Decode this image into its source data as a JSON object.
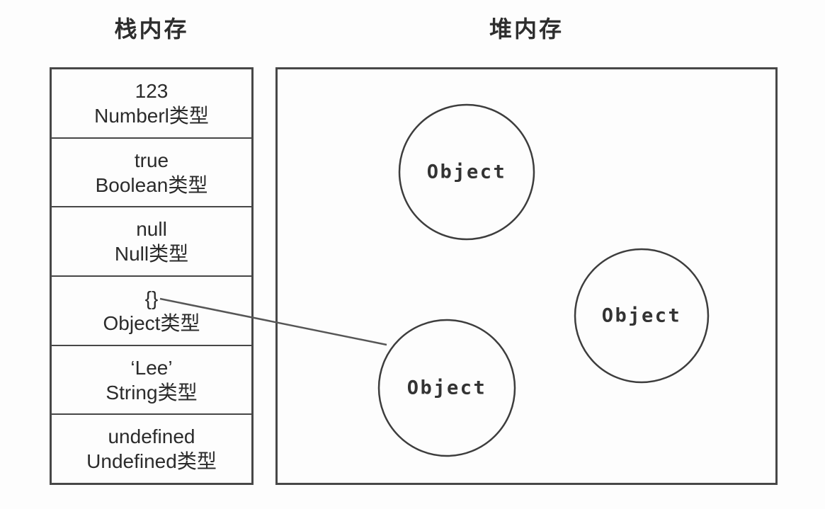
{
  "titles": {
    "stack": "栈内存",
    "heap": "堆内存"
  },
  "stack": {
    "rows": [
      {
        "value": "123",
        "type": "Numberl类型"
      },
      {
        "value": "true",
        "type": "Boolean类型"
      },
      {
        "value": "null",
        "type": "Null类型"
      },
      {
        "value": "{}",
        "type": "Object类型"
      },
      {
        "value": "‘Lee’",
        "type": "String类型"
      },
      {
        "value": "undefined",
        "type": "Undefined类型"
      }
    ]
  },
  "heap": {
    "objects": [
      {
        "label": "Object"
      },
      {
        "label": "Object"
      },
      {
        "label": "Object"
      }
    ]
  },
  "reference": {
    "from": "stack row {} (Object类型)",
    "to": "heap object circle (bottom-left)"
  },
  "colors": {
    "border": "#474747",
    "circle_stroke": "#3d3d3d",
    "text": "#2b2b2b",
    "line": "#565656",
    "background": "#fdfdfd"
  }
}
